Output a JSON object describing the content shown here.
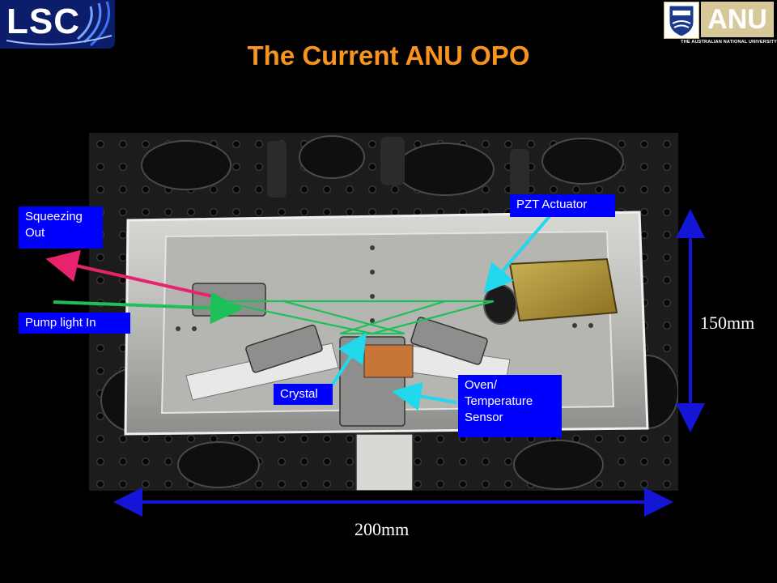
{
  "header": {
    "title": "The Current ANU OPO",
    "lsc_logo_text": "LSC",
    "anu_logo_text": "ANU",
    "anu_subtitle": "THE AUSTRALIAN NATIONAL UNIVERSITY"
  },
  "labels": {
    "squeezing_out": "Squeezing\nOut",
    "pump_light_in": "Pump light In",
    "pzt_actuator": "PZT Actuator",
    "crystal": "Crystal",
    "oven_sensor": "Oven/\nTemperature\nSensor"
  },
  "dimensions": {
    "height": "150mm",
    "width": "200mm"
  },
  "colors": {
    "title": "#f7941d",
    "label_bg": "#0000ff",
    "dimension_arrow": "#1515d8",
    "pointer_cyan": "#22d8ec",
    "pump_beam_green": "#1fbf5a",
    "squeezing_beam_pink": "#e8236d"
  },
  "icons": {
    "photo": "opo-photo",
    "lsc_logo": "lsc-logo-waves",
    "anu_crest": "anu-crest-icon"
  }
}
